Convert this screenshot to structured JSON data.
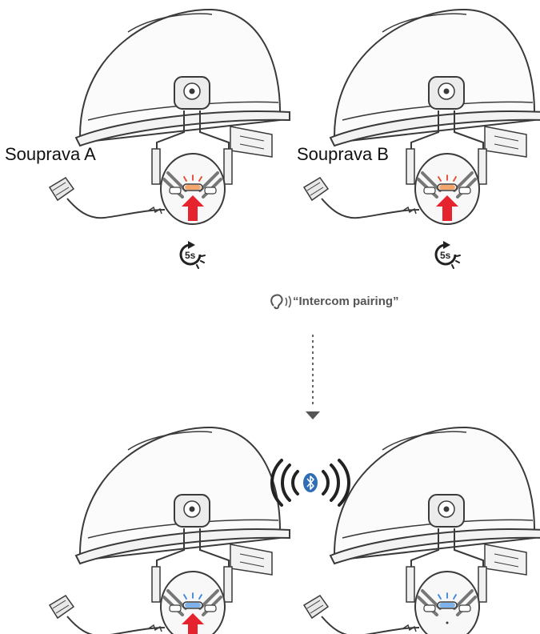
{
  "headset_a": {
    "label": "Souprava A"
  },
  "headset_b": {
    "label": "Souprava B"
  },
  "timer_a": {
    "text": "5s"
  },
  "timer_b": {
    "text": "5s"
  },
  "voice_prompt": {
    "text": "“Intercom pairing”"
  },
  "icons": {
    "ear": "ear-icon",
    "bluetooth": "bluetooth-icon",
    "press": "press-arrow-icon",
    "timer": "timer-icon",
    "flow": "down-arrow-icon"
  },
  "colors": {
    "press_arrow": "#e5232f",
    "led_red": "#e2482a",
    "led_blue": "#3a86d6",
    "bluetooth": "#2f6db5",
    "line": "#3a3a3a"
  }
}
